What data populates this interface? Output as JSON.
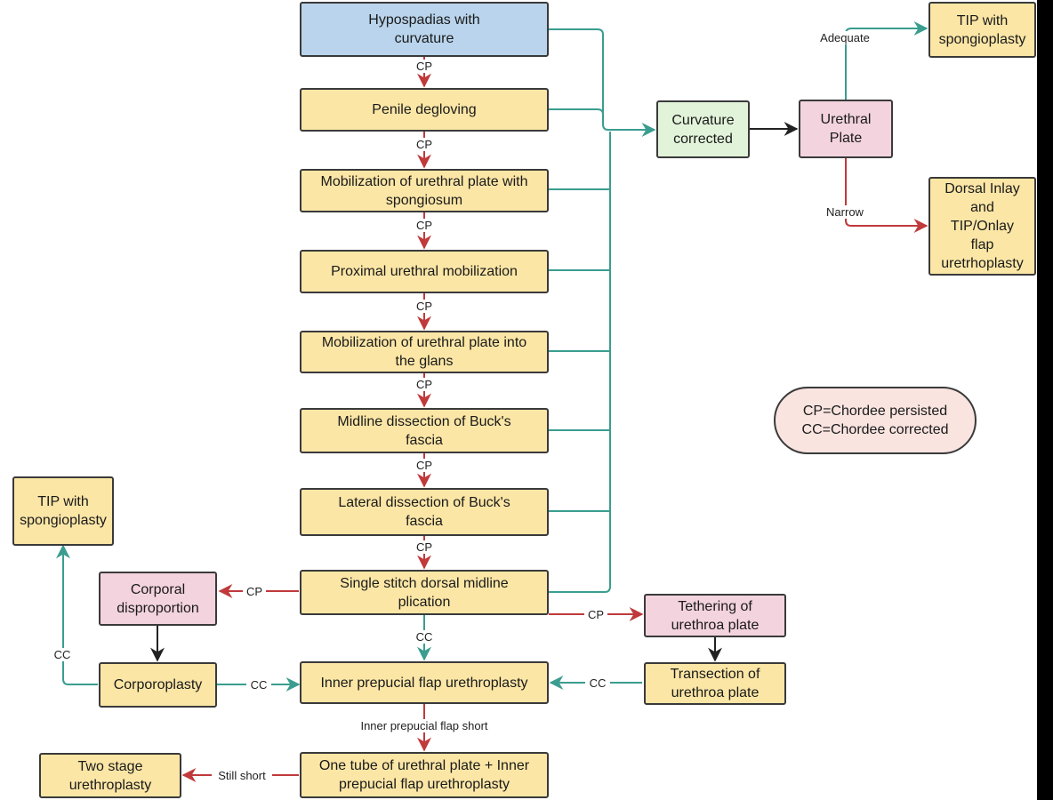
{
  "colors": {
    "teal": "#3a9d8f",
    "red": "#c0393b",
    "black": "#222222",
    "start_fill": "#b9d4ec",
    "step_fill": "#fbe6a6",
    "corrected_fill": "#e1f3d9",
    "decision_fill": "#f3d3de",
    "legend_fill": "#f9e4e0"
  },
  "nodes": {
    "start": "Hypospadias with\ncurvature",
    "degloving": "Penile degloving",
    "mobil_plate": "Mobilization of urethral plate with\nspongiosum",
    "proximal": "Proximal urethral mobilization",
    "mobil_glans": "Mobilization of urethral plate into\nthe glans",
    "midline": "Midline dissection of Buck's\nfascia",
    "lateral": "Lateral dissection of Buck's\nfascia",
    "plication": "Single stitch dorsal midline\nplication",
    "inner_flap": "Inner prepucial flap urethroplasty",
    "one_tube": "One tube of urethral plate + Inner\nprepucial flap urethroplasty",
    "corrected": "Curvature\ncorrected",
    "urethral_plate": "Urethral\nPlate",
    "tip_top": "TIP with\nspongioplasty",
    "dorsal_inlay": "Dorsal Inlay\nand\nTIP/Onlay\nflap\nuretrhoplasty",
    "corporal": "Corporal\ndisproportion",
    "corporoplasty": "Corporoplasty",
    "tip_left": "TIP with\nspongioplasty",
    "tethering": "Tethering of\nurethroa plate",
    "transection": "Transection of\nurethroa plate",
    "two_stage": "Two stage\nurethroplasty"
  },
  "labels": {
    "cp": "CP",
    "cc": "CC",
    "adequate": "Adequate",
    "narrow": "Narrow",
    "flap_short": "Inner prepucial flap short",
    "still_short": "Still short"
  },
  "legend": {
    "text": "CP=Chordee persisted\nCC=Chordee corrected"
  }
}
